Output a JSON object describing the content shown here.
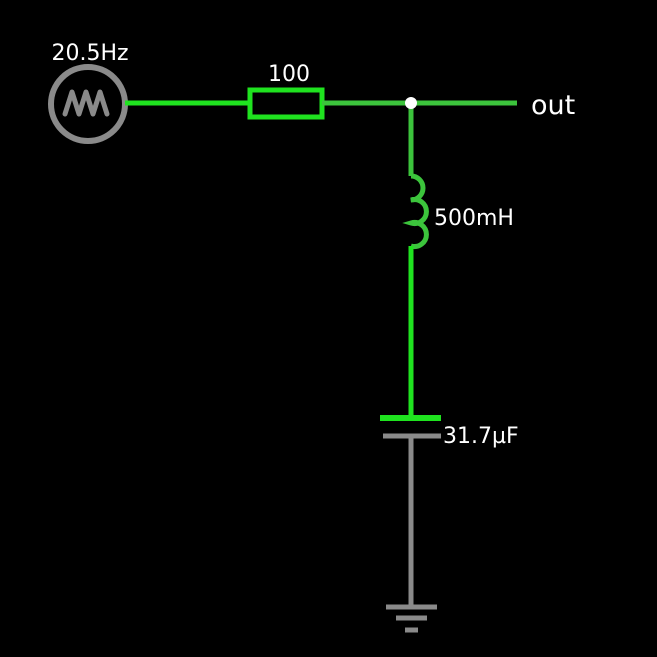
{
  "circuit": {
    "source": {
      "label": "20.5Hz"
    },
    "resistor": {
      "label": "100"
    },
    "inductor": {
      "label": "500mH"
    },
    "capacitor": {
      "label": "31.7µF"
    },
    "output": {
      "label": "out"
    }
  },
  "colors": {
    "background": "#000000",
    "wire_bright": "#1fe31f",
    "wire_medium": "#3cc43c",
    "ground_gray": "#8a8a8a",
    "node_dot": "#ffffff",
    "text": "#ffffff"
  }
}
